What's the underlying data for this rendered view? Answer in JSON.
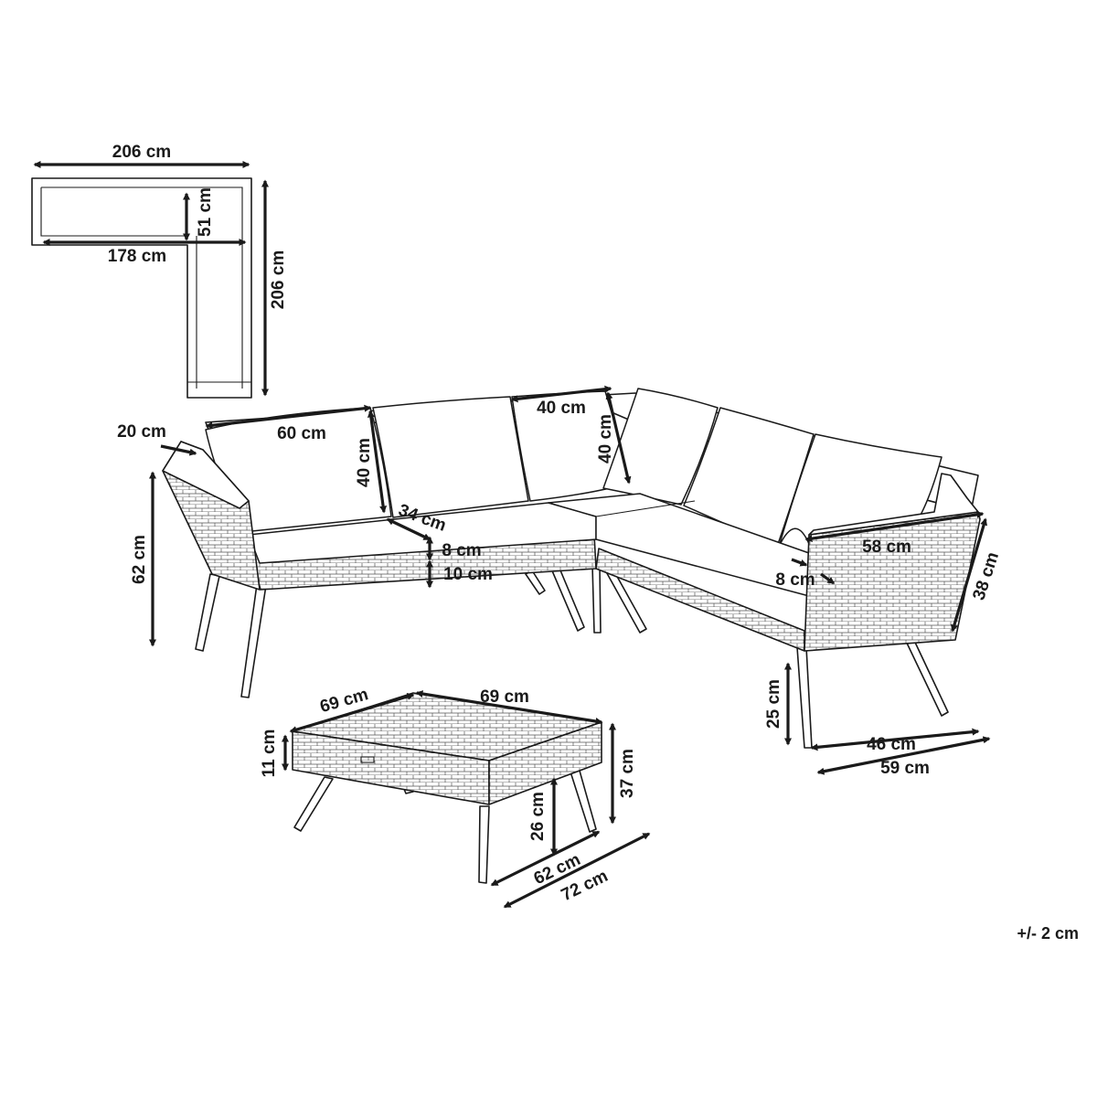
{
  "plan_view": {
    "total_width": "206 cm",
    "inner_width": "178 cm",
    "depth": "51 cm",
    "total_length": "206 cm"
  },
  "sofa": {
    "back_cushion_width": "60 cm",
    "back_cushion_height_left": "40 cm",
    "corner_cushion_width": "40 cm",
    "back_cushion_height_right": "40 cm",
    "armrest_width": "20 cm",
    "total_height": "62 cm",
    "seat_depth": "34 cm",
    "seat_cushion_thickness": "8 cm",
    "frame_height": "10 cm",
    "armrest_length": "58 cm",
    "armrest_thickness": "8 cm",
    "armrest_height": "38 cm",
    "seat_height": "25 cm",
    "inner_depth": "46 cm",
    "outer_depth": "59 cm"
  },
  "table": {
    "width_left": "69 cm",
    "width_right": "69 cm",
    "top_height": "11 cm",
    "total_height": "37 cm",
    "leg_height": "26 cm",
    "leg_span": "62 cm",
    "leg_span_outer": "72 cm"
  },
  "tolerance": "+/- 2 cm"
}
